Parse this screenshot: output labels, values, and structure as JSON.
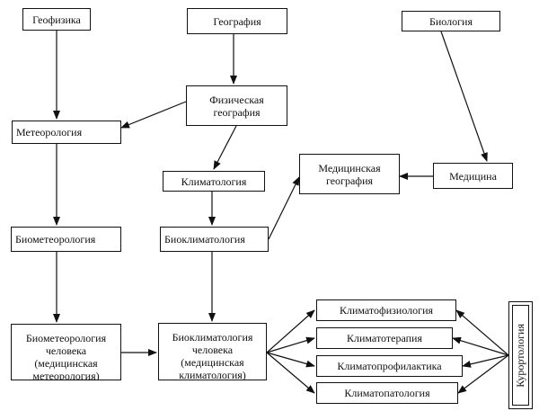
{
  "nodes": {
    "geofizika": "Геофизика",
    "geografiya": "География",
    "biologiya": "Биология",
    "fizicheskaya_geografiya": "Физическая\nгеография",
    "meteorologiya": "Метеорология",
    "klimatologiya": "Климатология",
    "meditsinskaya_geografiya": "Медицинская\nгеография",
    "meditsina": "Медицина",
    "biometeorologiya": "Биометеорология",
    "bioklimatologiya": "Биоклиматология",
    "biometeorologiya_cheloveka": "Биометеорология\nчеловека\n(медицинская\nметеорология)",
    "bioklimatologiya_cheloveka": "Биоклиматология\nчеловека\n(медицинская\nклиматология)",
    "klimatofiziologiya": "Климатофизиология",
    "klimatoterapiya": "Климатотерапия",
    "klimatoprofilaktika": "Климатопрофилактика",
    "klimatopatologiya": "Климатопатология",
    "kurortologiya": "Курортология"
  }
}
